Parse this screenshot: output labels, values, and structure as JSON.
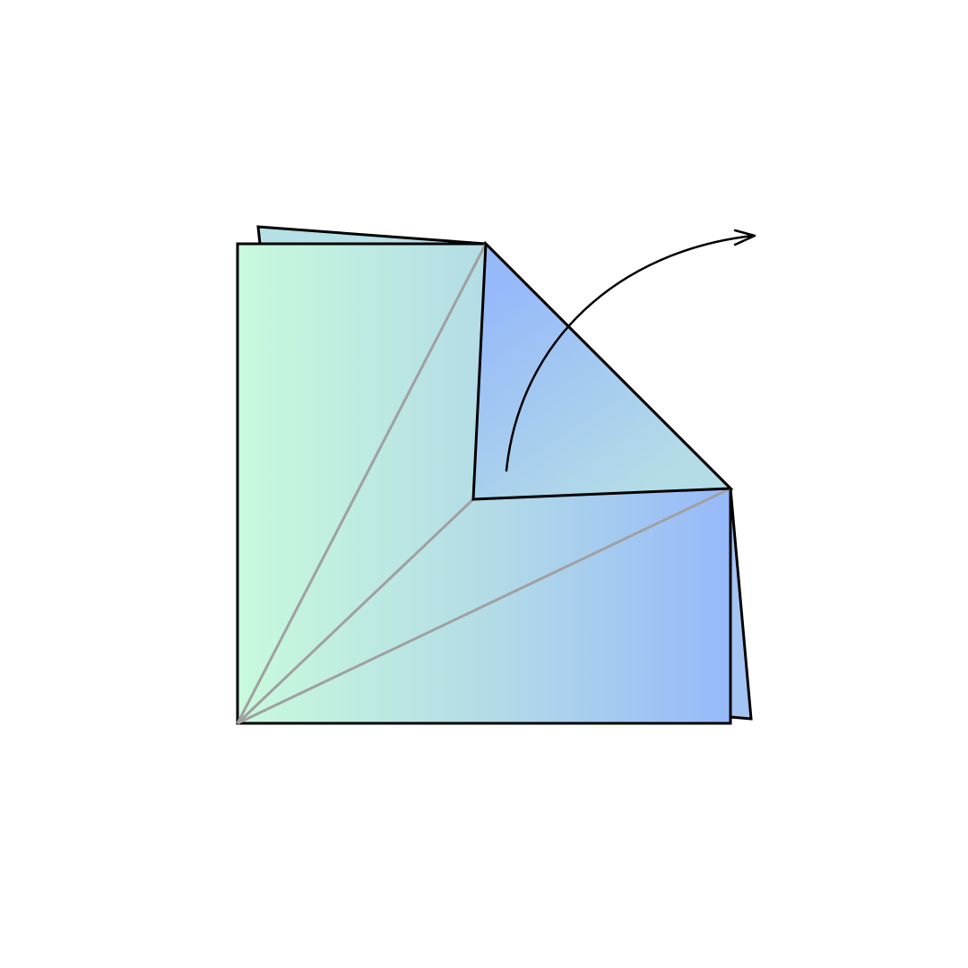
{
  "diagram": {
    "colors": {
      "background": "#ffffff",
      "outline": "#000000",
      "crease": "#a0a0a0",
      "gradient_green": "#c8fadc",
      "gradient_teal": "#b4dce6",
      "gradient_blue": "#96b9fa"
    },
    "elements": {
      "back_flap_top": "back-layer-flap-top",
      "back_flap_right": "back-layer-flap-right",
      "main_sheet": "paper-sheet",
      "folded_flap": "folded-corner-flap",
      "crease_lines": "crease-lines",
      "fold_arrow": "fold-direction-arrow"
    }
  }
}
